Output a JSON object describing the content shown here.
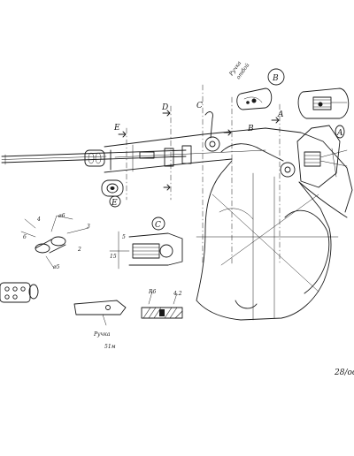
{
  "section_markers": {
    "e": "E",
    "d": "D",
    "c": "C",
    "b": "B",
    "a": "A"
  },
  "detail_callouts": {
    "b": "B",
    "a": "A",
    "e": "E",
    "c": "C"
  },
  "notes": {
    "top_note_1": "Ручка",
    "top_note_2": "отбой",
    "part_note_1": "Ручка",
    "part_note_2": "51м",
    "corner_mark": "28/ос"
  },
  "dimensions": {
    "d6": "ø6",
    "d5": "ø5",
    "r2": "2",
    "s6": "6",
    "s3": "3",
    "dim_4": "4",
    "dim_15": "15",
    "dim_5": "5",
    "dim_4_2": "4.2",
    "r6_small": "R6"
  }
}
